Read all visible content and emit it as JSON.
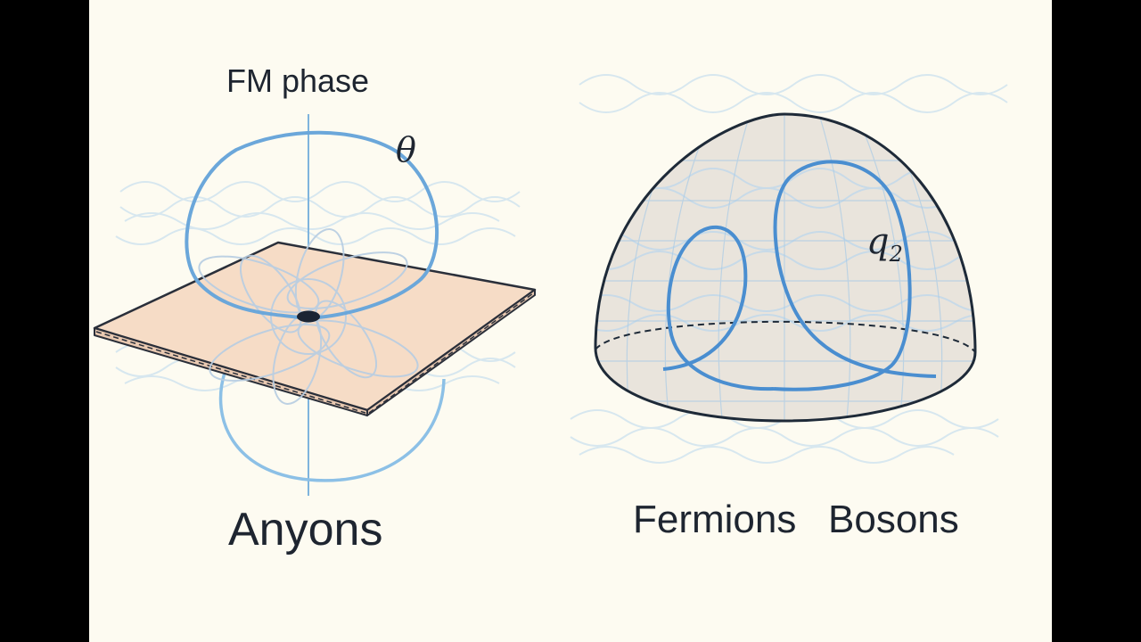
{
  "labels": {
    "fm_phase": "FM phase",
    "theta": "θ",
    "anyons": "Anyons",
    "q_symbol": "q",
    "q_subscript": "2",
    "fermions": "Fermions",
    "bosons": "Bosons"
  },
  "colors": {
    "background": "#fdfbf1",
    "letterbox": "#000000",
    "curve_blue": "#5b9fd6",
    "plane_fill": "#f6dcc6",
    "dome_fill": "#e9e4dc",
    "outline": "#1e2a38",
    "text": "#1e2530"
  }
}
